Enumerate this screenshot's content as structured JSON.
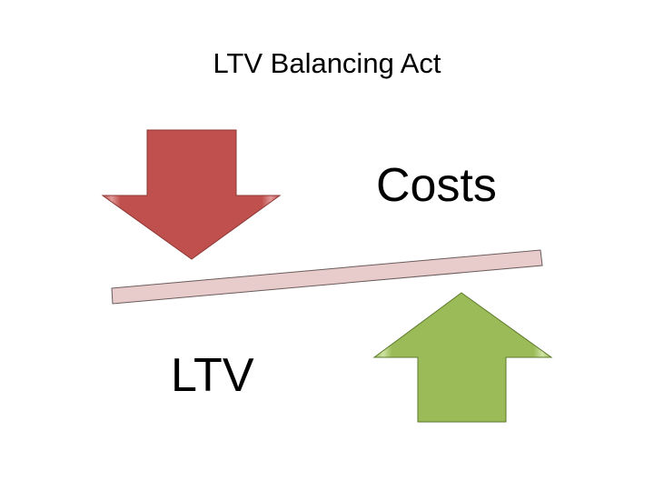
{
  "title": "LTV Balancing Act",
  "labels": {
    "costs": "Costs",
    "ltv": "LTV"
  },
  "colors": {
    "down_arrow": "#c0504d",
    "up_arrow": "#9bbb59",
    "beam": "#e8cccc"
  },
  "icons": {
    "down_arrow": "arrow-down-icon",
    "up_arrow": "arrow-up-icon",
    "beam": "balance-beam"
  }
}
